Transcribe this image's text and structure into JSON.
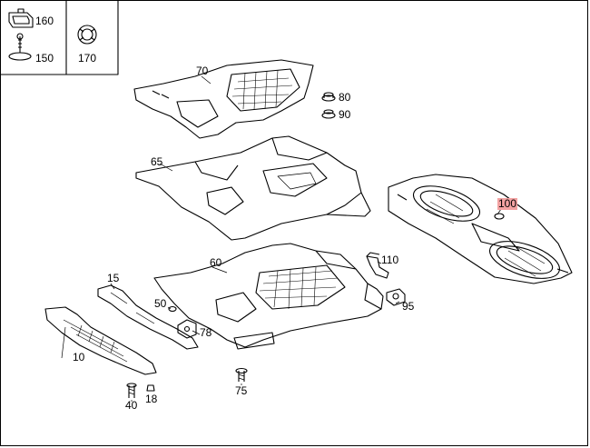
{
  "legend_box": {
    "items": [
      {
        "label": "160",
        "icon": "clip-icon"
      },
      {
        "label": "150",
        "icon": "push-pin-icon"
      },
      {
        "label": "170",
        "icon": "grommet-icon"
      }
    ]
  },
  "callouts": {
    "c70": "70",
    "c80": "80",
    "c90": "90",
    "c65": "65",
    "c100": "100",
    "c110": "110",
    "c60": "60",
    "c15": "15",
    "c50": "50",
    "c95": "95",
    "c78": "78",
    "c10": "10",
    "c75": "75",
    "c40": "40",
    "c18": "18"
  },
  "highlight": {
    "part": "100",
    "color": "#f3a2a2"
  }
}
